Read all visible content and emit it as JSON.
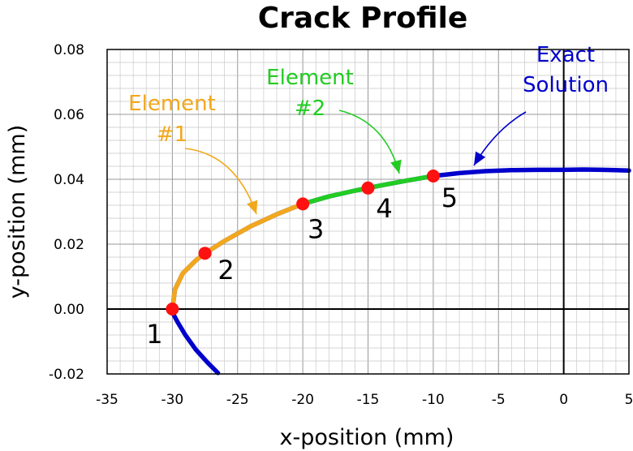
{
  "chart_data": {
    "type": "line",
    "title": "Crack Profile",
    "xlabel": "x-position (mm)",
    "ylabel": "y-position (mm)",
    "xlim": [
      -35,
      5
    ],
    "ylim": [
      -0.02,
      0.08
    ],
    "xticks": [
      -35,
      -30,
      -25,
      -20,
      -15,
      -10,
      -5,
      0,
      5
    ],
    "yticks": [
      -0.02,
      0.0,
      0.02,
      0.04,
      0.06,
      0.08
    ],
    "xtick_labels": [
      "-35",
      "-30",
      "-25",
      "-20",
      "-15",
      "-10",
      "-5",
      "0",
      "5"
    ],
    "ytick_labels": [
      "-0.02",
      "0.00",
      "0.02",
      "0.04",
      "0.06",
      "0.08"
    ],
    "grid": true,
    "series": [
      {
        "name": "Exact Solution",
        "color": "#0000cc",
        "x": [
          -26.5,
          -27.3,
          -28.2,
          -29.0,
          -29.6,
          -30.0,
          -30.0,
          -29.8,
          -29.2,
          -28.2,
          -27.5,
          -26,
          -24,
          -22,
          -20,
          -18,
          -16,
          -15,
          -14,
          -12,
          -10,
          -8,
          -6,
          -4,
          -2,
          0,
          1.5,
          3,
          5
        ],
        "y": [
          -0.0197,
          -0.0165,
          -0.0125,
          -0.008,
          -0.004,
          -0.001,
          0.0,
          0.006,
          0.011,
          0.015,
          0.0172,
          0.021,
          0.0255,
          0.0292,
          0.0324,
          0.0347,
          0.0365,
          0.0373,
          0.0381,
          0.0396,
          0.041,
          0.0419,
          0.0425,
          0.0428,
          0.0429,
          0.0429,
          0.043,
          0.0429,
          0.0427
        ]
      },
      {
        "name": "Element #1",
        "color": "#f2a81d",
        "x": [
          -30.0,
          -29.8,
          -29.2,
          -28.2,
          -27.5,
          -26,
          -24,
          -22,
          -20
        ],
        "y": [
          0.0,
          0.006,
          0.011,
          0.015,
          0.0172,
          0.021,
          0.0255,
          0.0292,
          0.0324
        ]
      },
      {
        "name": "Element #2",
        "color": "#22cc22",
        "x": [
          -20,
          -18,
          -16,
          -15,
          -14,
          -12,
          -10
        ],
        "y": [
          0.0324,
          0.0347,
          0.0365,
          0.0373,
          0.0381,
          0.0396,
          0.041
        ]
      }
    ],
    "nodes": [
      {
        "label": "1",
        "x": -30.0,
        "y": 0.0
      },
      {
        "label": "2",
        "x": -27.5,
        "y": 0.0172
      },
      {
        "label": "3",
        "x": -20.0,
        "y": 0.0324
      },
      {
        "label": "4",
        "x": -15.0,
        "y": 0.0373
      },
      {
        "label": "5",
        "x": -10.0,
        "y": 0.041
      }
    ],
    "annotations": [
      {
        "lines": [
          "Element",
          "#1"
        ],
        "color": "#f2a81d"
      },
      {
        "lines": [
          "Element",
          "#2"
        ],
        "color": "#22cc22"
      },
      {
        "lines": [
          "Exact",
          "Solution"
        ],
        "color": "#0000cc"
      }
    ]
  }
}
